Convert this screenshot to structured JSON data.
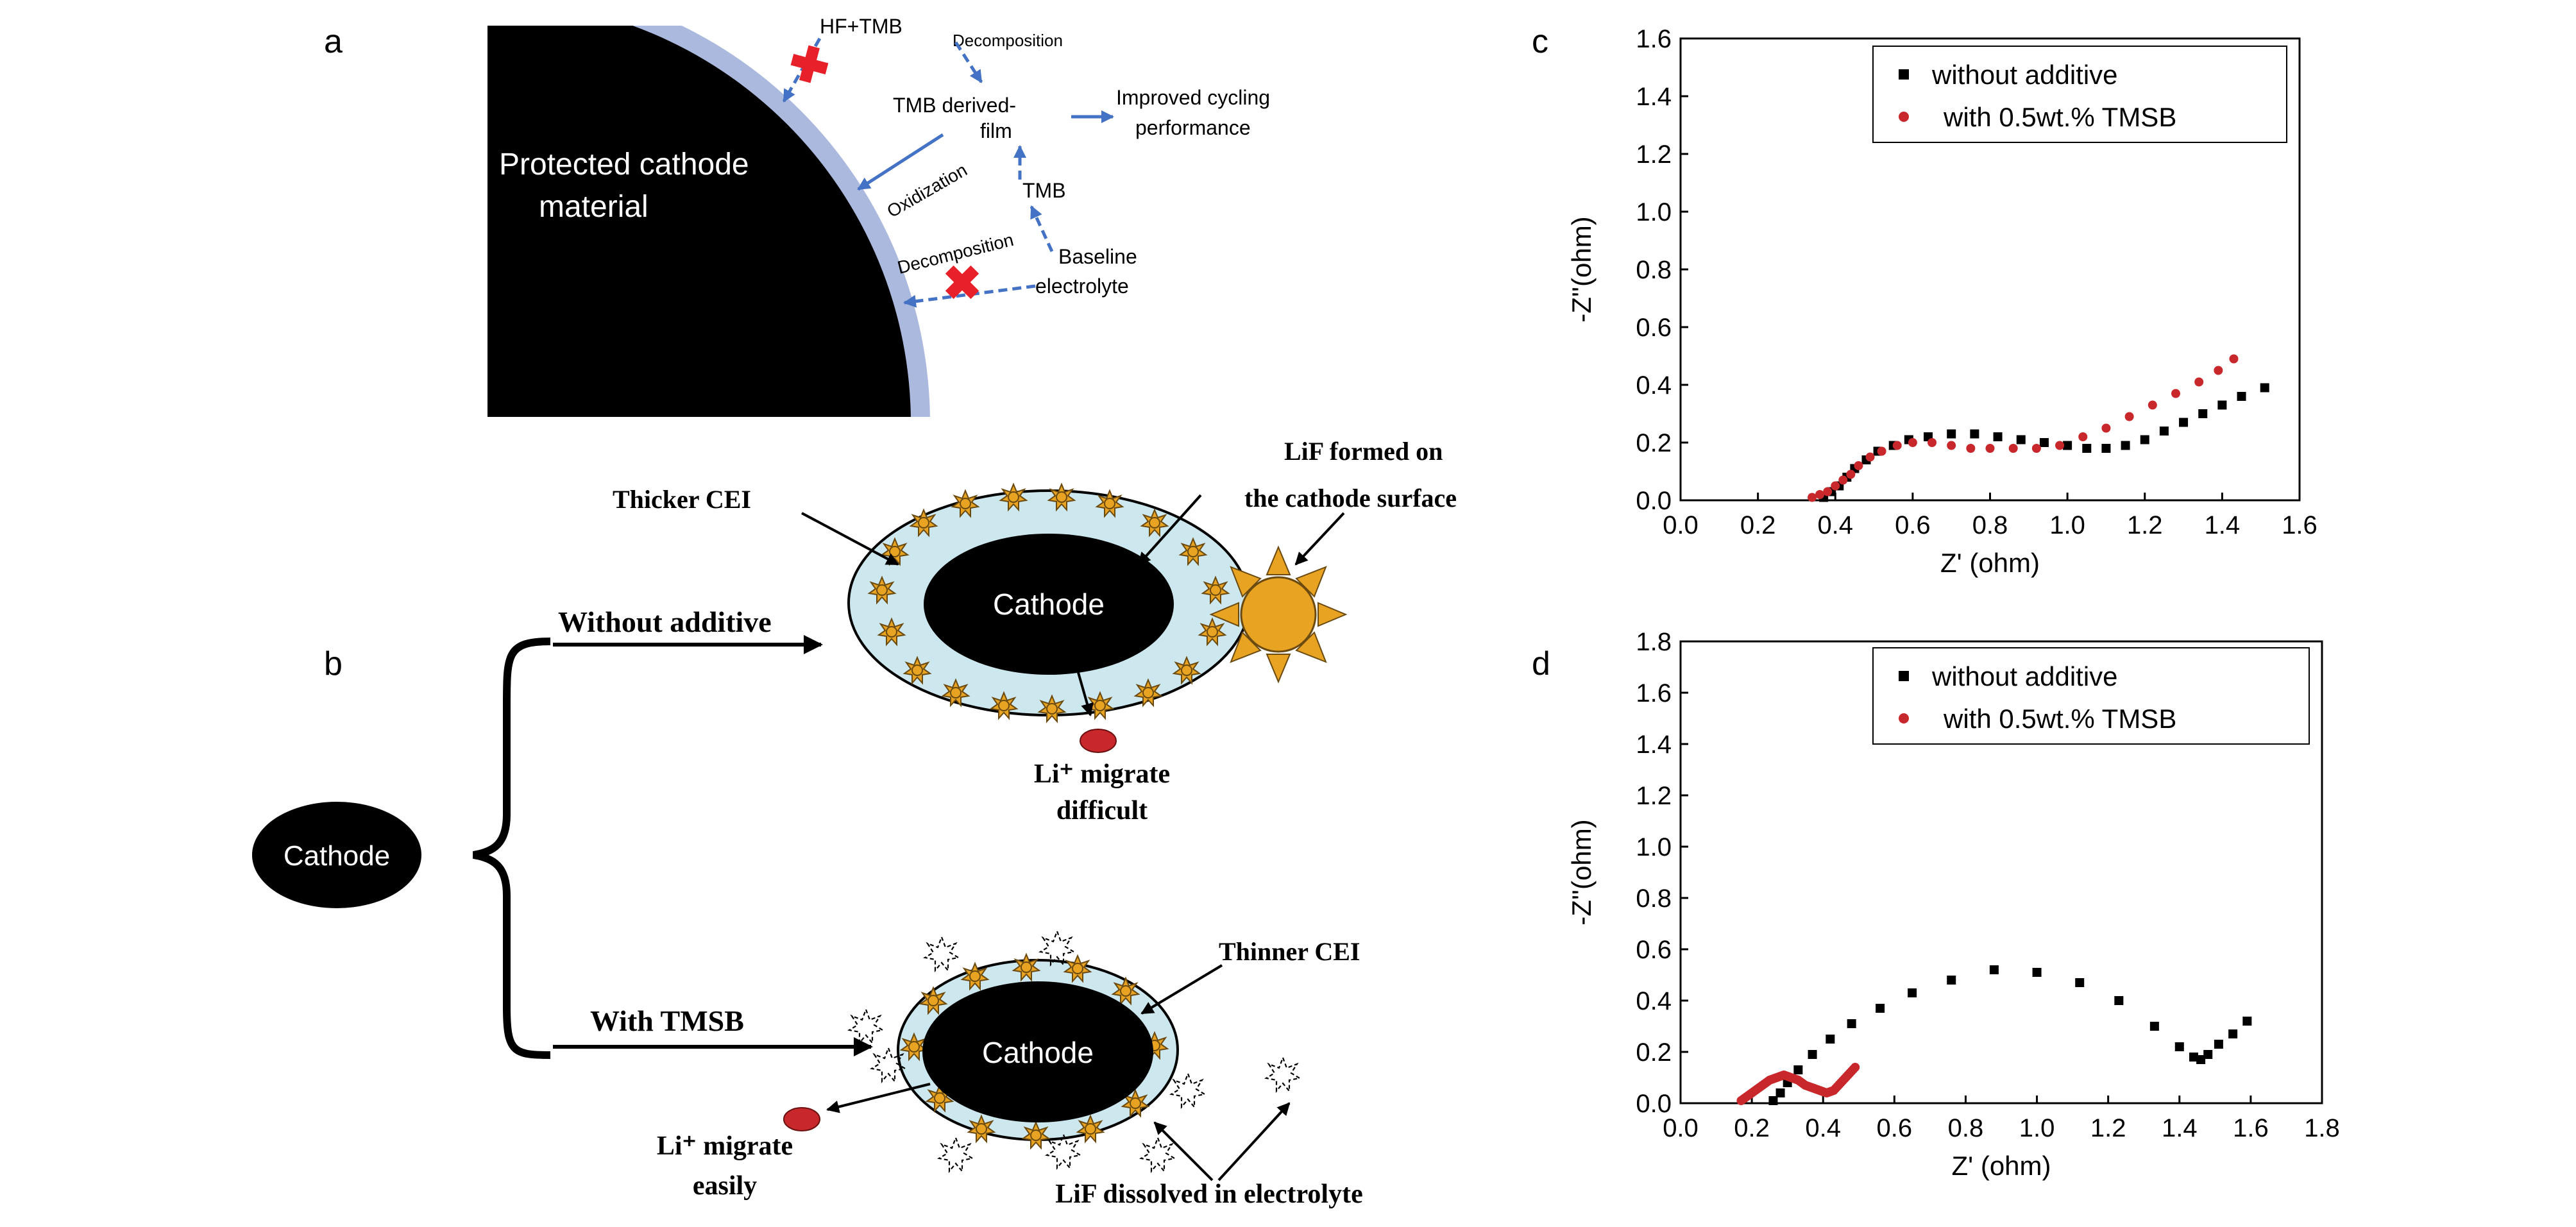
{
  "panel_labels": {
    "a": "a",
    "b": "b",
    "c": "c",
    "d": "d"
  },
  "panel_a": {
    "particle_label_line1": "Protected cathode",
    "particle_label_line2": "material",
    "hf_tmb": "HF+TMB",
    "decomposition_top": "Decomposition",
    "film_line1": "TMB derived-",
    "film_line2": "film",
    "improved_line1": "Improved cycling",
    "improved_line2": "performance",
    "oxidization": "Oxidization",
    "tmb": "TMB",
    "decomposition_bottom": "Decomposition",
    "baseline_line1": "Baseline",
    "baseline_line2": "electrolyte",
    "colors": {
      "particle": "#000000",
      "coating": "#aab9dd",
      "arrow": "#4472c4",
      "cross": "#e8202a"
    }
  },
  "panel_b": {
    "cathode": "Cathode",
    "without_additive": "Without additive",
    "with_tmsb": "With TMSB",
    "thicker_cei": "Thicker CEI",
    "thinner_cei": "Thinner CEI",
    "lif_formed_line1": "LiF formed on",
    "lif_formed_line2": "the cathode surface",
    "li_difficult_line1": "Li⁺ migrate",
    "li_difficult_line2": "difficult",
    "li_easy_line1": "Li⁺ migrate",
    "li_easy_line2": "easily",
    "lif_dissolved": "LiF dissolved in electrolyte",
    "colors": {
      "cei": "#cde7ef",
      "lif": "#e8a323",
      "li_ion": "#c8282b"
    }
  },
  "chart_data": [
    {
      "type": "scatter",
      "panel": "c",
      "xlabel": "Z' (ohm)",
      "ylabel": "-Z''(ohm)",
      "xlim": [
        0.0,
        1.6
      ],
      "ylim": [
        0.0,
        1.6
      ],
      "xticks": [
        "0.0",
        "0.2",
        "0.4",
        "0.6",
        "0.8",
        "1.0",
        "1.2",
        "1.4",
        "1.6"
      ],
      "yticks": [
        "0.0",
        "0.2",
        "0.4",
        "0.6",
        "0.8",
        "1.0",
        "1.2",
        "1.4",
        "1.6"
      ],
      "legend_position": "top-right",
      "series": [
        {
          "name": "without additive",
          "color": "#000000",
          "marker": "square",
          "x": [
            0.37,
            0.39,
            0.41,
            0.43,
            0.45,
            0.48,
            0.51,
            0.55,
            0.59,
            0.64,
            0.7,
            0.76,
            0.82,
            0.88,
            0.94,
            1.0,
            1.05,
            1.1,
            1.15,
            1.2,
            1.25,
            1.3,
            1.35,
            1.4,
            1.45,
            1.51
          ],
          "y": [
            0.01,
            0.03,
            0.05,
            0.08,
            0.11,
            0.14,
            0.17,
            0.19,
            0.21,
            0.22,
            0.23,
            0.23,
            0.22,
            0.21,
            0.2,
            0.19,
            0.18,
            0.18,
            0.19,
            0.21,
            0.24,
            0.27,
            0.3,
            0.33,
            0.36,
            0.39
          ]
        },
        {
          "name": "with 0.5wt.% TMSB",
          "color": "#c8282b",
          "marker": "circle",
          "x": [
            0.34,
            0.36,
            0.38,
            0.4,
            0.42,
            0.44,
            0.46,
            0.49,
            0.52,
            0.56,
            0.6,
            0.65,
            0.7,
            0.75,
            0.8,
            0.86,
            0.92,
            0.98,
            1.04,
            1.1,
            1.16,
            1.22,
            1.28,
            1.34,
            1.39,
            1.43
          ],
          "y": [
            0.01,
            0.02,
            0.03,
            0.05,
            0.07,
            0.09,
            0.12,
            0.15,
            0.17,
            0.19,
            0.2,
            0.2,
            0.19,
            0.18,
            0.18,
            0.18,
            0.18,
            0.19,
            0.22,
            0.25,
            0.29,
            0.33,
            0.37,
            0.41,
            0.45,
            0.49
          ]
        }
      ]
    },
    {
      "type": "scatter",
      "panel": "d",
      "xlabel": "Z' (ohm)",
      "ylabel": "-Z''(ohm)",
      "xlim": [
        0.0,
        1.8
      ],
      "ylim": [
        0.0,
        1.8
      ],
      "xticks": [
        "0.0",
        "0.2",
        "0.4",
        "0.6",
        "0.8",
        "1.0",
        "1.2",
        "1.4",
        "1.6",
        "1.8"
      ],
      "yticks": [
        "0.0",
        "0.2",
        "0.4",
        "0.6",
        "0.8",
        "1.0",
        "1.2",
        "1.4",
        "1.6",
        "1.8"
      ],
      "legend_position": "top-right",
      "series": [
        {
          "name": "without additive",
          "color": "#000000",
          "marker": "square",
          "x": [
            0.26,
            0.28,
            0.3,
            0.33,
            0.37,
            0.42,
            0.48,
            0.56,
            0.65,
            0.76,
            0.88,
            1.0,
            1.12,
            1.23,
            1.33,
            1.4,
            1.44,
            1.46,
            1.48,
            1.51,
            1.55,
            1.59
          ],
          "y": [
            0.01,
            0.04,
            0.08,
            0.13,
            0.19,
            0.25,
            0.31,
            0.37,
            0.43,
            0.48,
            0.52,
            0.51,
            0.47,
            0.4,
            0.3,
            0.22,
            0.18,
            0.17,
            0.19,
            0.23,
            0.27,
            0.32
          ],
          "line": false
        },
        {
          "name": "with 0.5wt.% TMSB",
          "color": "#c8282b",
          "marker": "circle",
          "x": [
            0.17,
            0.19,
            0.21,
            0.23,
            0.25,
            0.27,
            0.29,
            0.31,
            0.33,
            0.35,
            0.37,
            0.39,
            0.41,
            0.43,
            0.45,
            0.47,
            0.49
          ],
          "y": [
            0.01,
            0.03,
            0.05,
            0.07,
            0.09,
            0.1,
            0.11,
            0.1,
            0.09,
            0.07,
            0.06,
            0.05,
            0.04,
            0.05,
            0.08,
            0.11,
            0.14
          ],
          "dense": true
        }
      ]
    }
  ]
}
